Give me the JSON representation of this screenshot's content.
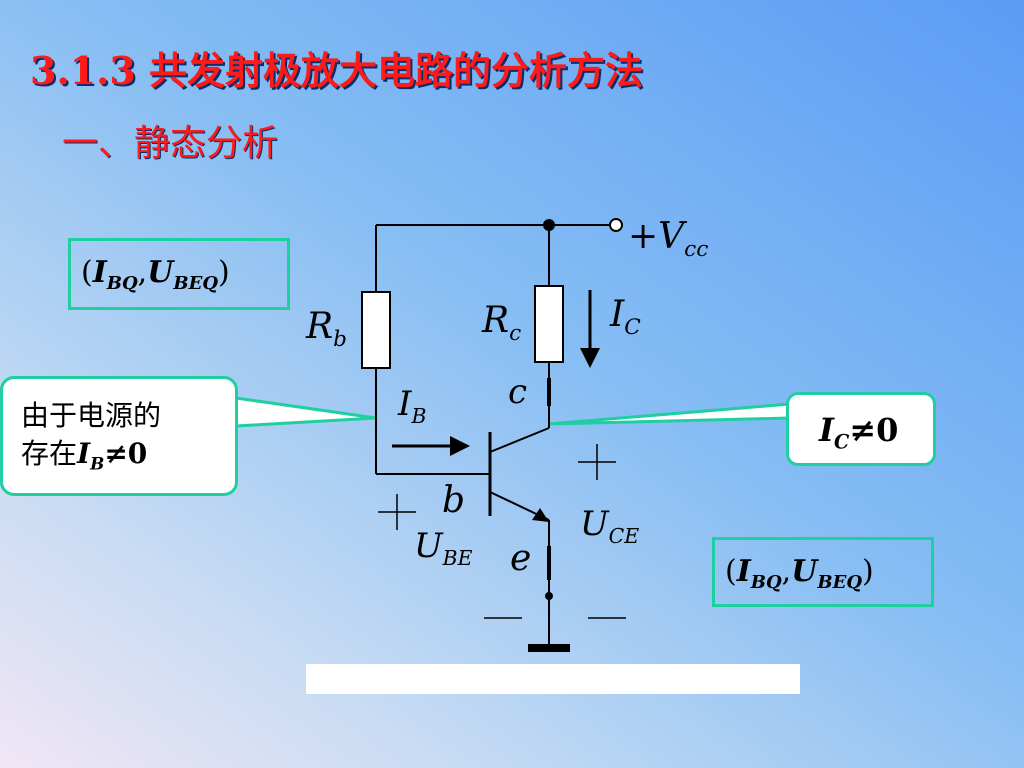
{
  "title": "3.1.3 共发射极放大电路的分析方法",
  "subtitle": "一、静态分析",
  "box_left": {
    "open": "(",
    "i": "I",
    "i_sub": "BQ",
    "comma": ",",
    "u": "U",
    "u_sub": "BEQ",
    "close": ")"
  },
  "box_right": {
    "open": "(",
    "i": "I",
    "i_sub": "BQ",
    "comma": ",",
    "u": "U",
    "u_sub": "BEQ",
    "close": ")"
  },
  "callout_left": {
    "line1": "由于电源的",
    "line2_prefix": "存在",
    "var": "I",
    "var_sub": "B",
    "relation": "≠0"
  },
  "callout_right": {
    "var": "I",
    "var_sub": "C",
    "relation": "≠0"
  },
  "labels": {
    "vcc_sign": "+",
    "vcc": "V",
    "vcc_sub": "cc",
    "rb": "R",
    "rb_sub": "b",
    "rc": "R",
    "rc_sub": "c",
    "ic": "I",
    "ic_sub": "C",
    "ib": "I",
    "ib_sub": "B",
    "c": "c",
    "b": "b",
    "e": "e",
    "ube": "U",
    "ube_sub": "BE",
    "uce": "U",
    "uce_sub": "CE",
    "plus": "+",
    "minus": "—"
  },
  "colors": {
    "title": "#ff1a1a",
    "callout_border": "#1fcfa0"
  }
}
